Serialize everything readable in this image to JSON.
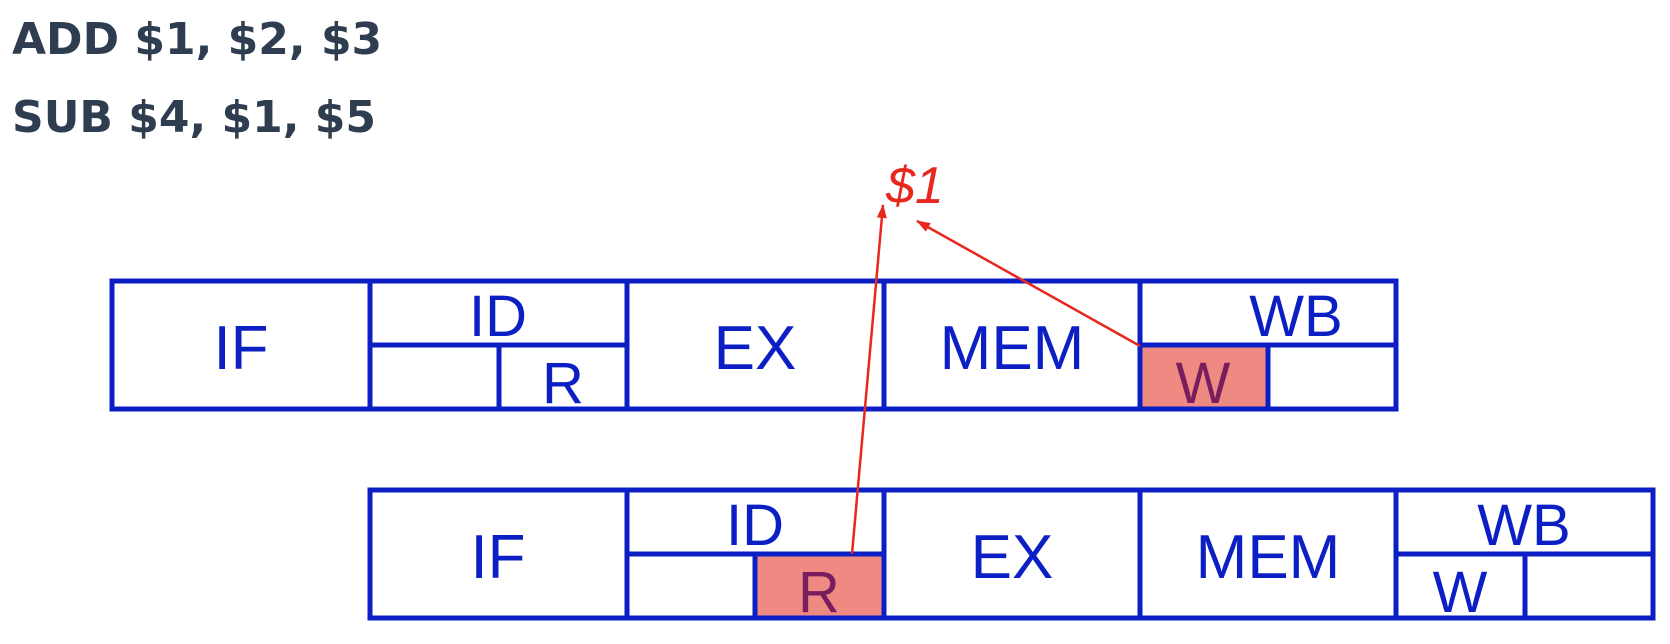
{
  "instructions": {
    "add": "ADD $1, $2, $3",
    "sub": "SUB $4, $1, $5"
  },
  "pipeline": {
    "stages": [
      "IF",
      "ID",
      "EX",
      "MEM",
      "WB"
    ],
    "read_label": "R",
    "write_label": "W"
  },
  "register_label": "$1",
  "colors": {
    "stage_outline": "#0b1fc4",
    "highlight_fill": "#ef8a82",
    "arrow": "#e8281e",
    "instruction_text": "#2e3d4f"
  }
}
